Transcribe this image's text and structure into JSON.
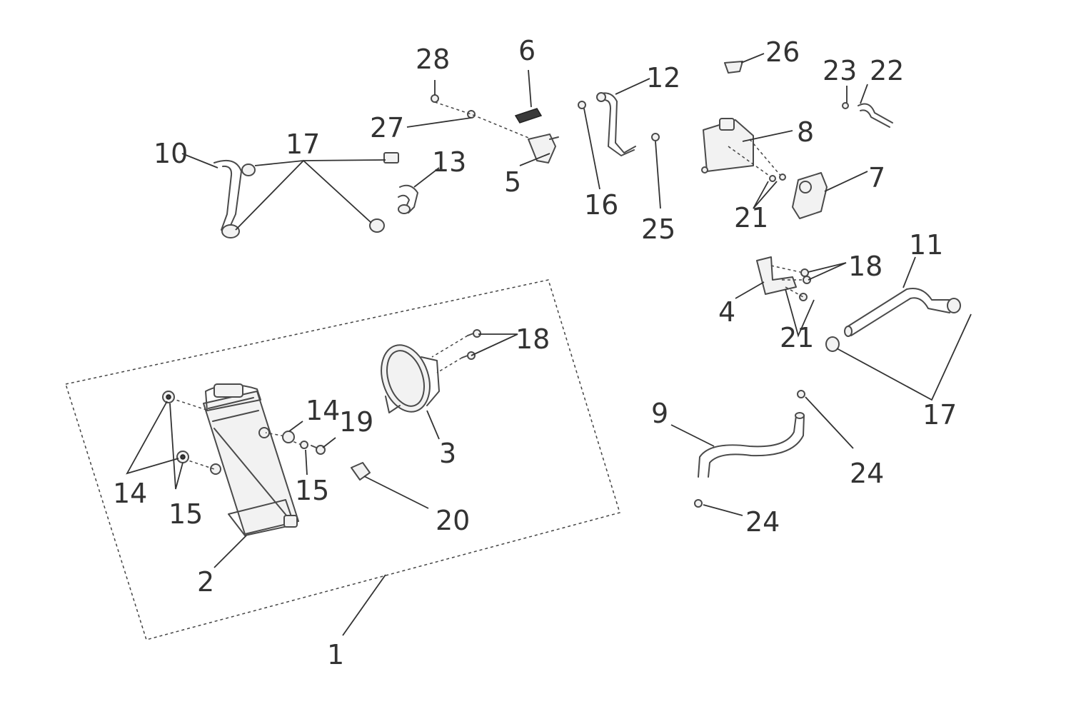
{
  "callouts": {
    "c1": "1",
    "c2": "2",
    "c3": "3",
    "c4": "4",
    "c5": "5",
    "c6": "6",
    "c7": "7",
    "c8": "8",
    "c9": "9",
    "c10": "10",
    "c11": "11",
    "c12": "12",
    "c13": "13",
    "c14a": "14",
    "c14b": "14",
    "c15a": "15",
    "c15b": "15",
    "c16": "16",
    "c17a": "17",
    "c17b": "17",
    "c18a": "18",
    "c18b": "18",
    "c19": "19",
    "c20": "20",
    "c21a": "21",
    "c21b": "21",
    "c22": "22",
    "c23": "23",
    "c24a": "24",
    "c24b": "24",
    "c25": "25",
    "c26": "26",
    "c27": "27",
    "c28": "28"
  },
  "colors": {
    "line": "#4a4a4a",
    "text": "#333333",
    "background": "#ffffff"
  }
}
